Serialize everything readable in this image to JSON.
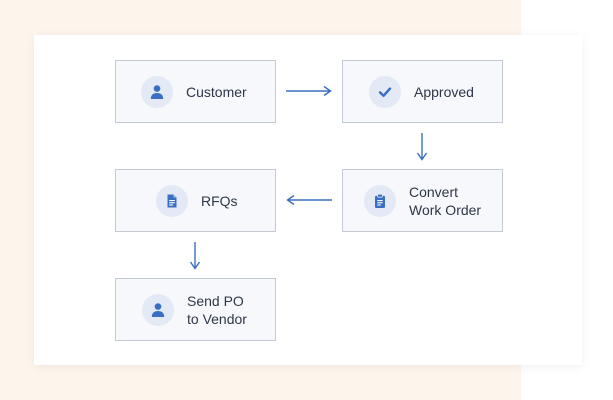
{
  "nodes": {
    "customer": {
      "label": "Customer",
      "icon": "user-icon"
    },
    "approved": {
      "label": "Approved",
      "icon": "check-icon"
    },
    "convert": {
      "label_line1": "Convert",
      "label_line2": "Work Order",
      "icon": "clipboard-icon"
    },
    "rfqs": {
      "label": "RFQs",
      "icon": "document-icon"
    },
    "send_po": {
      "label_line1": "Send PO",
      "label_line2": "to Vendor",
      "icon": "user-icon"
    }
  },
  "colors": {
    "accent": "#3a6ec2",
    "icon_bg": "#e3e9f5",
    "node_bg": "#f7f8fb",
    "node_border": "#c4cad4",
    "cream_bg": "#fdf5ec"
  }
}
